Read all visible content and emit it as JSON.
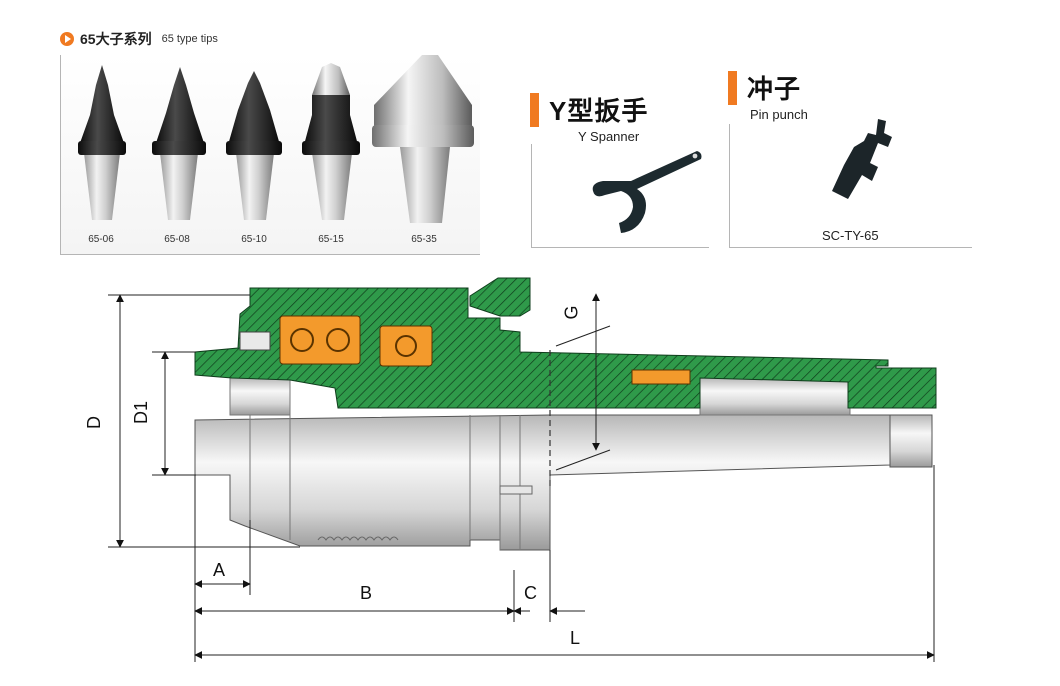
{
  "header": {
    "title_zh": "65大子系列",
    "title_en": "65 type tips"
  },
  "tips": [
    {
      "label": "65-06"
    },
    {
      "label": "65-08"
    },
    {
      "label": "65-10"
    },
    {
      "label": "65-15"
    },
    {
      "label": "65-35"
    }
  ],
  "y_spanner": {
    "title_zh": "Y型扳手",
    "title_en": "Y Spanner"
  },
  "pin_punch": {
    "title_zh": "冲子",
    "title_en": "Pin punch",
    "code": "SC-TY-65"
  },
  "drawing": {
    "dim_D": "D",
    "dim_D1": "D1",
    "dim_G": "G",
    "dim_A": "A",
    "dim_B": "B",
    "dim_C": "C",
    "dim_L": "L"
  },
  "colors": {
    "accent": "#f07a21",
    "section_green": "#2f9a4a",
    "bearing_orange": "#f39a2c",
    "tip_black": "#1b1b1b"
  }
}
